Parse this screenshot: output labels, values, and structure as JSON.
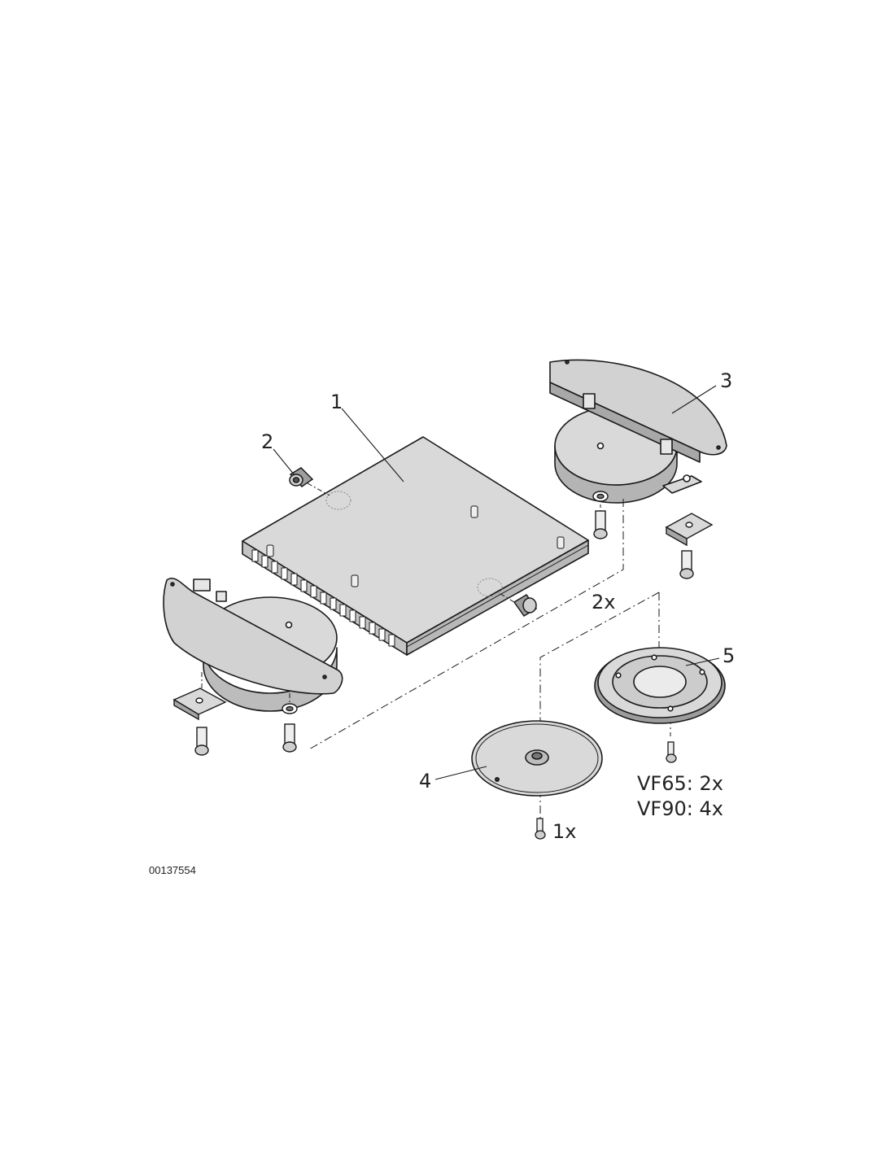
{
  "callouts": {
    "c1": "1",
    "c2": "2",
    "c3": "3",
    "c4": "4",
    "c5": "5"
  },
  "quantities": {
    "q_2x": "2x",
    "q_1x": "1x",
    "q_vf65": "VF65: 2x",
    "q_vf90": "VF90: 4x"
  },
  "document_number": "00137554",
  "colors": {
    "part_fill": "#d9d9d9",
    "part_fill_dark": "#bdbdbd",
    "outline": "#1a1a1a",
    "background": "#ffffff"
  }
}
